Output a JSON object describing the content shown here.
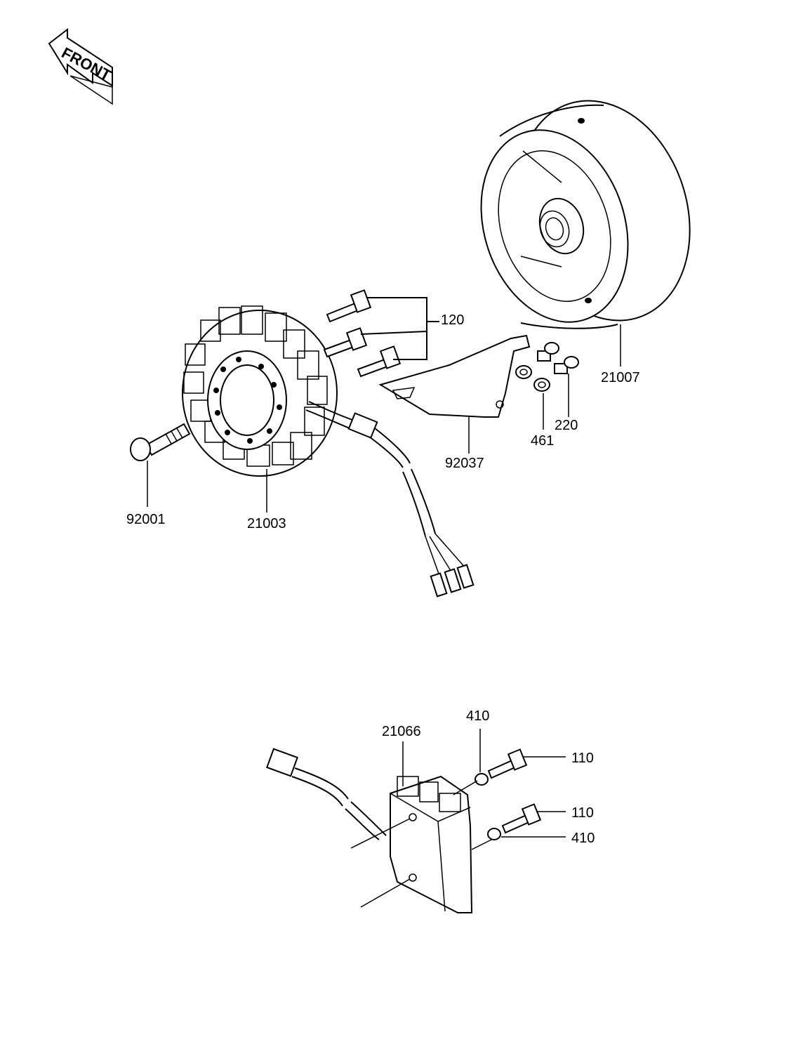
{
  "front_arrow": {
    "label": "FRONT"
  },
  "callouts": {
    "flywheel": "21007",
    "bolt_group": "120",
    "bracket": "92037",
    "washer": "461",
    "screw": "220",
    "flange_bolt": "92001",
    "stator": "21003",
    "regulator": "21066",
    "washer_upper": "410",
    "bolt_upper": "110",
    "bolt_lower": "110",
    "washer_lower": "410"
  }
}
